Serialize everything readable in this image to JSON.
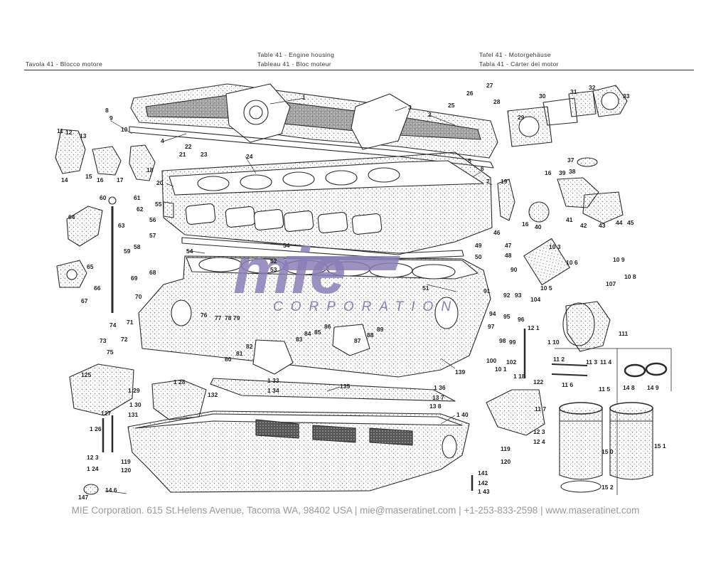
{
  "header": {
    "it": "Tavola   41  -  Blocco motore",
    "en": "Table   41  -  Engine housing",
    "fr": "Tableau  41  -  Bloc moteur",
    "de": "Tafel   41  -  Motorgehäuse",
    "es": "Tabla   41  -  Cárter del motor"
  },
  "watermark": {
    "logo": "mie",
    "word": "CORPORATION"
  },
  "callouts": {
    "c1": "1",
    "c2": "2",
    "c3": "3",
    "c4": "4",
    "c5": "5",
    "c6": "6",
    "c7": "7",
    "c8": "8",
    "c9": "9",
    "c10": "10",
    "c11": "11",
    "c12": "12",
    "c13": "13",
    "c14": "14",
    "c15": "15",
    "c16": "16",
    "c17": "17",
    "c18": "18",
    "c19": "19",
    "c20": "20",
    "c21": "21",
    "c22": "22",
    "c23": "23",
    "c24": "24",
    "c25": "25",
    "c26": "26",
    "c27": "27",
    "c28": "28",
    "c29": "29",
    "c30": "30",
    "c31": "31",
    "c32": "32",
    "c33": "33",
    "c37": "37",
    "c38": "38",
    "c39": "39",
    "c40": "40",
    "c41": "41",
    "c42": "42",
    "c43": "43",
    "c44": "44",
    "c45": "45",
    "c46": "46",
    "c47": "47",
    "c48": "48",
    "c49": "49",
    "c50": "50",
    "c51": "51",
    "c52": "52",
    "c53": "53",
    "c54": "54",
    "c55": "55",
    "c56": "56",
    "c57": "57",
    "c58": "58",
    "c59": "59",
    "c60": "60",
    "c61": "61",
    "c62": "62",
    "c63": "63",
    "c64": "64",
    "c65": "65",
    "c66": "66",
    "c67": "67",
    "c68": "68",
    "c69": "69",
    "c70": "70",
    "c71": "71",
    "c72": "72",
    "c73": "73",
    "c74": "74",
    "c75": "75",
    "c76": "76",
    "c77": "77",
    "c78": "78",
    "c79": "79",
    "c80": "80",
    "c81": "81",
    "c82": "82",
    "c83": "83",
    "c84": "84",
    "c85": "85",
    "c86": "86",
    "c87": "87",
    "c88": "88",
    "c89": "89",
    "c90": "90",
    "c91": "91",
    "c92": "92",
    "c93": "93",
    "c94": "94",
    "c95": "95",
    "c96": "96",
    "c97": "97",
    "c98": "98",
    "c99": "99",
    "c100": "100",
    "c101": "10 1",
    "c102": "102",
    "c103": "10 3",
    "c104": "104",
    "c105": "10 5",
    "c106": "10 6",
    "c107": "107",
    "c108": "10 8",
    "c109": "10 9",
    "c110": "1 10",
    "c111": "111",
    "c112": "11 2",
    "c113": "11 3",
    "c114": "11 4",
    "c115": "11 5",
    "c116": "11 6",
    "c117": "11 7",
    "c118": "1 18",
    "c119": "119",
    "c120": "120",
    "c121": "12 1",
    "c122": "122",
    "c123": "12 3",
    "c124": "12 4",
    "c125": "125",
    "c126": "1 26",
    "c127": "127",
    "c128": "1 28",
    "c129": "1 29",
    "c130": "1 30",
    "c131": "131",
    "c132": "132",
    "c133": "1 33",
    "c134": "1 34",
    "c135": "135",
    "c136": "1 36",
    "c137": "13 7",
    "c138": "13 8",
    "c139": "139",
    "c140": "1 40",
    "c141": "141",
    "c142": "142",
    "c143": "1 43",
    "c146": "14 6",
    "c147": "147",
    "c148": "14 8",
    "c149": "14 9",
    "c150": "15 0",
    "c151": "15 1",
    "c152": "15 2",
    "c119b": "119",
    "c120b": "120",
    "c123b": "12 3",
    "c124b": "1 24",
    "c16b": "16"
  },
  "footer": {
    "text": "MIE Corporation. 615 St.Helens Avenue, Tacoma WA, 98402 USA  |  mie@maseratinet.com  |   +1-253-833-2598  |  www.maseratinet.com"
  },
  "colors": {
    "watermark": "#8b7fb6",
    "footer": "#999999",
    "ink": "#222222"
  }
}
